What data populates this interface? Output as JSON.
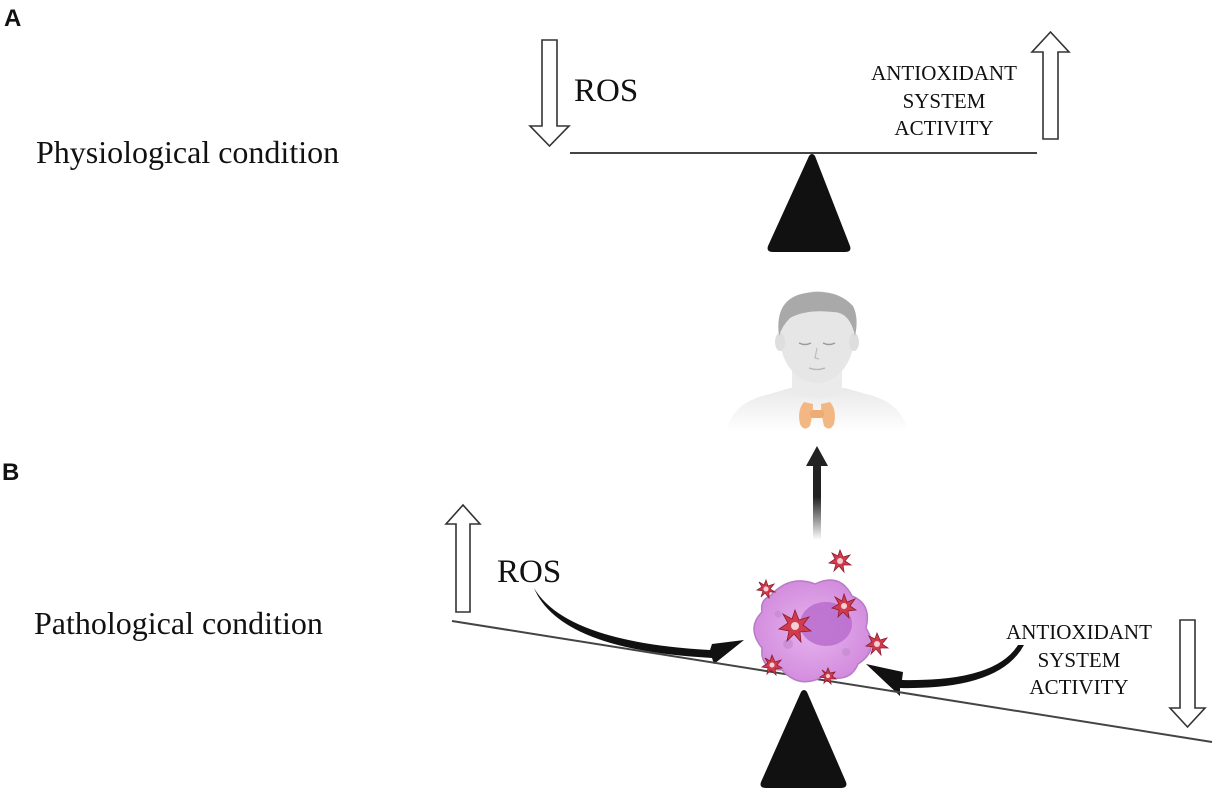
{
  "panels": {
    "a": {
      "letter": "A",
      "condition": "Physiological condition",
      "ros_label": "ROS",
      "antioxidant_lines": [
        "ANTIOXIDANT",
        "SYSTEM",
        "ACTIVITY"
      ]
    },
    "b": {
      "letter": "B",
      "condition": "Pathological condition",
      "ros_label": "ROS",
      "antioxidant_lines": [
        "ANTIOXIDANT",
        "SYSTEM",
        "ACTIVITY"
      ]
    }
  },
  "colors": {
    "ink": "#111111",
    "beam": "#444444",
    "cell": "#d89ae0",
    "nucleus": "#b86ccc",
    "ros_burst": "#d23a4e",
    "thyroid": "#f2b783",
    "skin": "#f0f0f0"
  }
}
